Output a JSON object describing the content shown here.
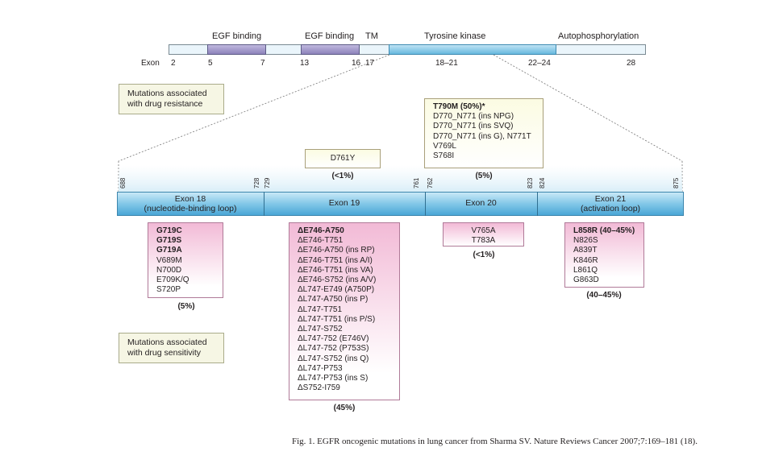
{
  "domains": {
    "egf1": "EGF binding",
    "egf2": "EGF binding",
    "tm": "TM",
    "tk": "Tyrosine kinase",
    "auto": "Autophosphorylation"
  },
  "exon_row": {
    "label": "Exon",
    "n2": "2",
    "n5": "5",
    "n7": "7",
    "n13": "13",
    "n16": "16",
    "n17": "17",
    "n18_21": "18–21",
    "n22_24": "22–24",
    "n28": "28"
  },
  "notes": {
    "resistance": [
      "Mutations associated",
      "with drug resistance"
    ],
    "sensitivity": [
      "Mutations associated",
      "with drug sensitivity"
    ]
  },
  "resistance_box": {
    "lines": [
      "T790M (50%)*",
      "D770_N771 (ins NPG)",
      "D770_N771 (ins SVQ)",
      "D770_N771 (ins G), N771T",
      "V769L",
      "S768I"
    ],
    "pct": "(5%)"
  },
  "d761y_box": {
    "label": "D761Y",
    "pct": "(<1%)"
  },
  "ticks": {
    "t688": "688",
    "t728": "728",
    "t729": "729",
    "t761": "761",
    "t762": "762",
    "t823": "823",
    "t824": "824",
    "t875": "875"
  },
  "kinase_exons": {
    "e18": [
      "Exon 18",
      "(nucleotide-binding loop)"
    ],
    "e19": "Exon 19",
    "e20": "Exon 20",
    "e21": [
      "Exon 21",
      "(activation loop)"
    ]
  },
  "exon18_box": {
    "lines": [
      "G719C",
      "G719S",
      "G719A",
      "V689M",
      "N700D",
      "E709K/Q",
      "S720P"
    ],
    "pct": "(5%)"
  },
  "exon19_box": {
    "lines": [
      "ΔE746-A750",
      "ΔE746-T751",
      "ΔE746-A750 (ins RP)",
      "ΔE746-T751 (ins A/I)",
      "ΔE746-T751 (ins VA)",
      "ΔE746-S752 (ins A/V)",
      "ΔL747-E749 (A750P)",
      "ΔL747-A750 (ins P)",
      "ΔL747-T751",
      "ΔL747-T751 (ins P/S)",
      "ΔL747-S752",
      "ΔL747-752 (E746V)",
      "ΔL747-752 (P753S)",
      "ΔL747-S752 (ins Q)",
      "ΔL747-P753",
      "ΔL747-P753 (ins S)",
      "ΔS752-I759"
    ],
    "pct": "(45%)"
  },
  "exon20_box": {
    "lines": [
      "V765A",
      "T783A"
    ],
    "pct": "(<1%)"
  },
  "exon21_box": {
    "lines": [
      "L858R (40–45%)",
      "N826S",
      "A839T",
      "K846R",
      "L861Q",
      "G863D"
    ],
    "pct": "(40–45%)"
  },
  "caption": "Fig. 1. EGFR oncogenic mutations in lung cancer from Sharma SV. Nature Reviews Cancer 2007;7:169–181 (18)."
}
